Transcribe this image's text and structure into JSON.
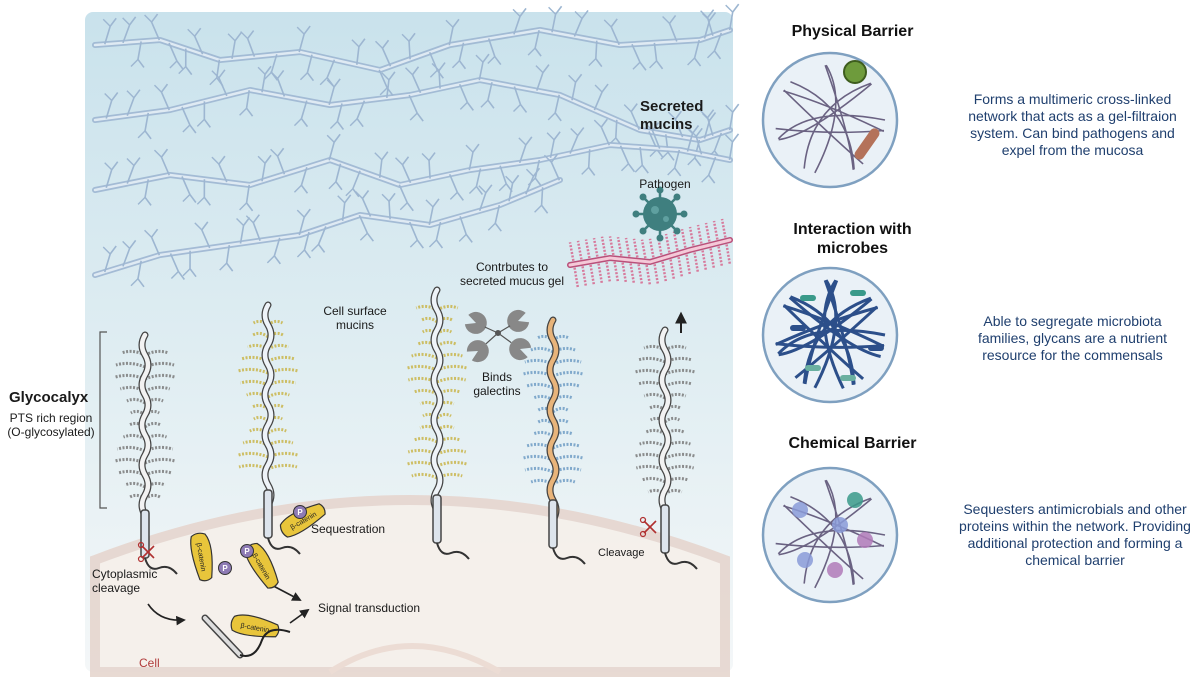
{
  "diagram": {
    "labels": {
      "secreted_mucins": "Secreted mucins",
      "pathogen": "Pathogen",
      "contributes_gel": "Contrbutes to secreted mucus gel",
      "cell_surface_mucins": "Cell surface mucins",
      "binds_galectins": "Binds galectins",
      "glycocalyx": "Glycocalyx",
      "pts_region": "PTS rich region (O-glycosylated)",
      "sequestration": "Sequestration",
      "cytoplasmic_cleavage": "Cytoplasmic cleavage",
      "cleavage": "Cleavage",
      "signal_transduction": "Signal transduction",
      "cell": "Cell",
      "beta_catenin": "β-catenin",
      "phospho": "P"
    }
  },
  "panels": [
    {
      "title": "Physical Barrier",
      "description": "Forms a multimeric cross-linked network that acts as a gel-filtraion system. Can bind pathogens and expel from the mucosa"
    },
    {
      "title": "Interaction with microbes",
      "description": "Able to segregate microbiota families, glycans are a nutrient resource for the commensals"
    },
    {
      "title": "Chemical Barrier",
      "description": "Sequesters antimicrobials and other proteins within the network. Providing additional protection and forming a chemical barrier"
    }
  ],
  "colors": {
    "background_top": "#cfe6ee",
    "background_bottom": "#f3f7f8",
    "secreted_mucin": "#9db6d1",
    "gray_mucin": "#555555",
    "yellow_mucin": "#c9b54a",
    "blue_mucin": "#6f9cc4",
    "pink_mucin": "#d77a9c",
    "pathogen": "#3f7f7f",
    "beta_catenin": "#e8c53b",
    "phospho": "#8e7bb5",
    "text_blue": "#1f3f6e"
  }
}
